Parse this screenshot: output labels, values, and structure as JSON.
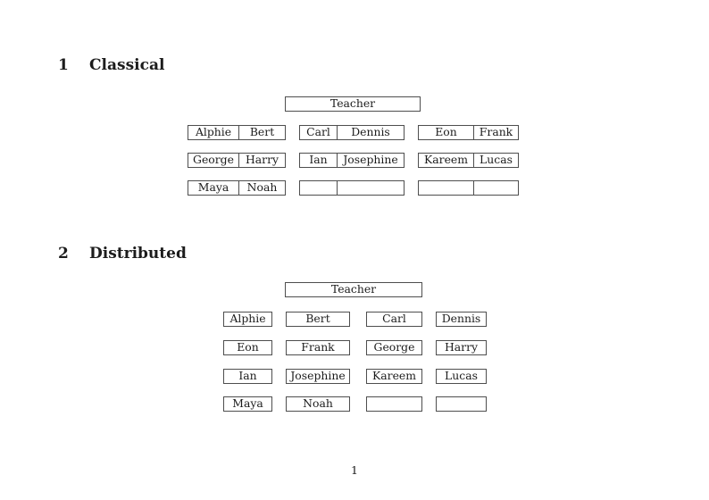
{
  "classical": {
    "heading": {
      "number": "1",
      "title": "Classical"
    },
    "teacher": "Teacher",
    "rows": [
      [
        {
          "left": "Alphie",
          "right": "Bert"
        },
        {
          "left": "Carl",
          "right": "Dennis"
        },
        {
          "left": "Eon",
          "right": "Frank"
        }
      ],
      [
        {
          "left": "George",
          "right": "Harry"
        },
        {
          "left": "Ian",
          "right": "Josephine"
        },
        {
          "left": "Kareem",
          "right": "Lucas"
        }
      ],
      [
        {
          "left": "Maya",
          "right": "Noah"
        },
        {
          "left": "",
          "right": ""
        },
        {
          "left": "",
          "right": ""
        }
      ]
    ]
  },
  "distributed": {
    "heading": {
      "number": "2",
      "title": "Distributed"
    },
    "teacher": "Teacher",
    "rows": [
      [
        "Alphie",
        "Bert",
        "Carl",
        "Dennis"
      ],
      [
        "Eon",
        "Frank",
        "George",
        "Harry"
      ],
      [
        "Ian",
        "Josephine",
        "Kareem",
        "Lucas"
      ],
      [
        "Maya",
        "Noah",
        "",
        ""
      ]
    ]
  },
  "footer": {
    "page_number": "1"
  }
}
